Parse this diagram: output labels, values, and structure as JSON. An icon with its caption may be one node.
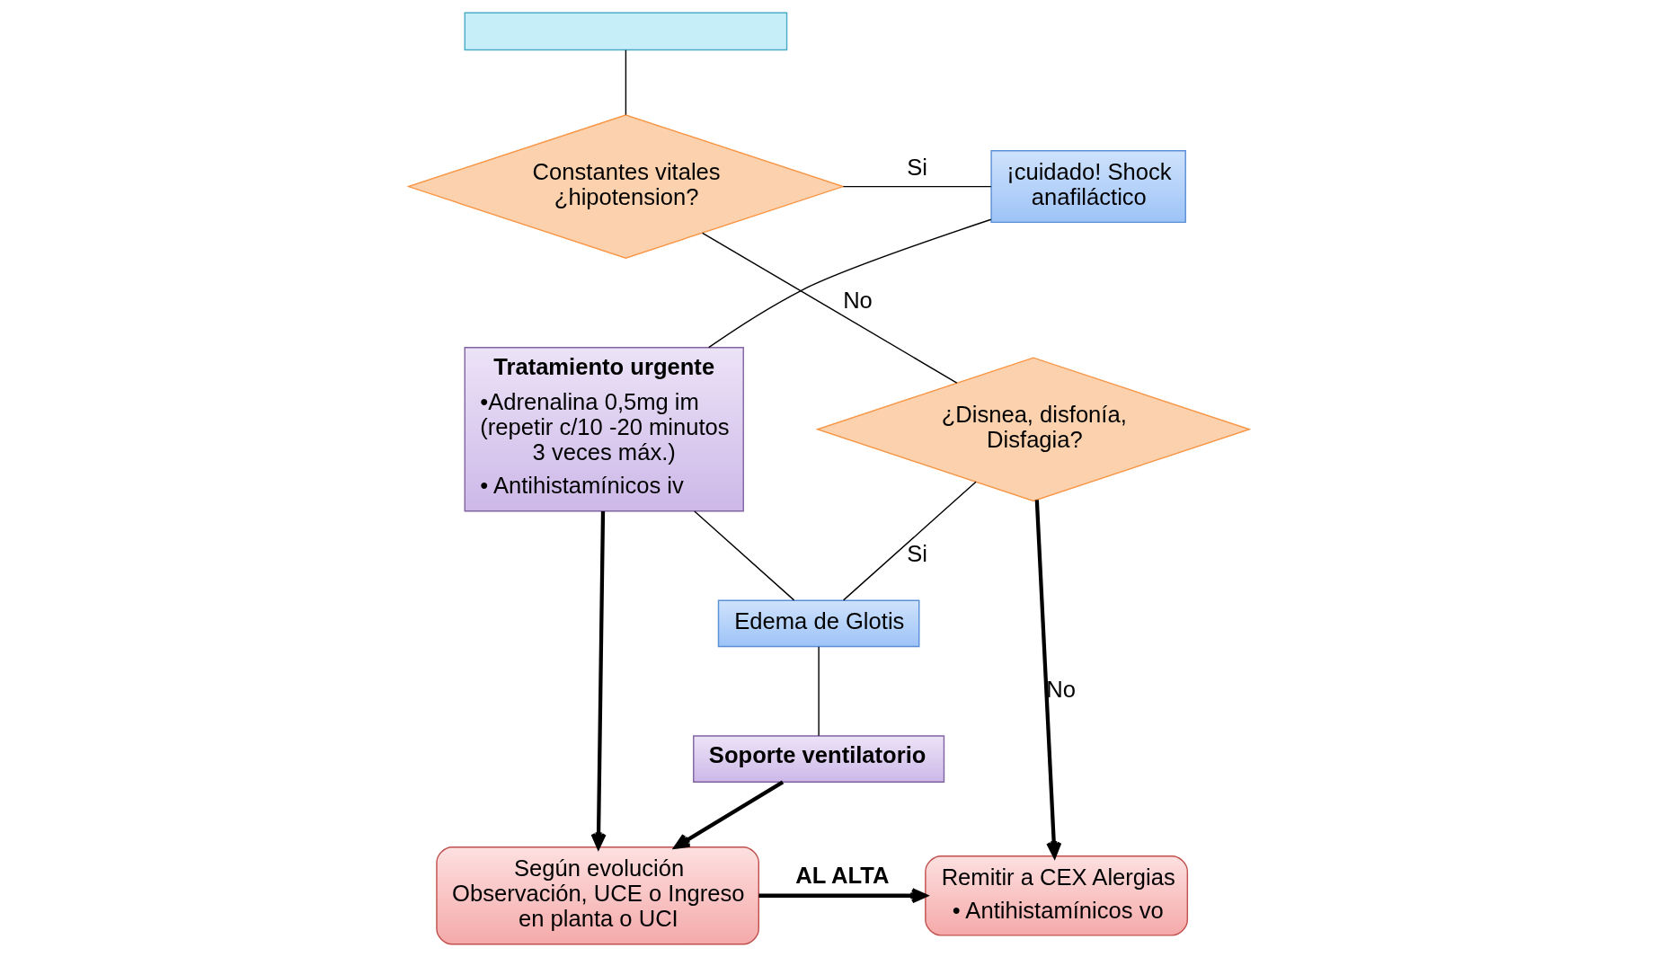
{
  "diagram": {
    "nodes": [
      {
        "text": [],
        "shape": "box"
      },
      {
        "text": [
          "¡cuidado! Shock anafiláctico"
        ]
      },
      {
        "text": [
          "Constantes vitales ¿hipotension?"
        ]
      },
      {
        "text": [
          "¿Disnea, disfonía, Disfagia?"
        ]
      },
      {
        "text": [
          "Tratamiento urgente",
          "•Adrenalina 0,5mg im (repetir c/10 -20 minutos 3 veces máx.)",
          "• Antihistamínicos iv"
        ]
      },
      {
        "text": [
          "Edema de Glotis"
        ]
      },
      {
        "text": [
          "Soporte ventilatorio"
        ]
      },
      {
        "text": [
          "Según evolución Observación, UCE o Ingreso en planta o UCI"
        ]
      },
      {
        "text": [
          "Remitir a CEX Alergias",
          "• Antihistamínicos vo"
        ]
      }
    ],
    "edges": [
      {
        "from": 0,
        "to": 2,
        "arrow": "none"
      },
      {
        "from": 2,
        "to": 1,
        "arrow": "none",
        "label": "Si"
      },
      {
        "from": 2,
        "to": 3,
        "arrow": "none",
        "label": "No"
      },
      {
        "from": 3,
        "to": 5,
        "arrow": "none",
        "label": "Si"
      },
      {
        "from": 3,
        "to": 8,
        "arrow": "to",
        "label": "No",
        "style": "thick"
      },
      {
        "from": 1,
        "to": 4,
        "arrow": "none"
      },
      {
        "from": 4,
        "to": 5,
        "arrow": "none"
      },
      {
        "from": 5,
        "to": 6,
        "arrow": "none"
      },
      {
        "from": 4,
        "to": 7,
        "arrow": "to",
        "style": "thick"
      },
      {
        "from": 6,
        "to": 7,
        "arrow": "to",
        "style": "thick"
      },
      {
        "from": 7,
        "to": 8,
        "arrow": "to",
        "label": "AL ALTA",
        "style": "thick"
      }
    ]
  }
}
